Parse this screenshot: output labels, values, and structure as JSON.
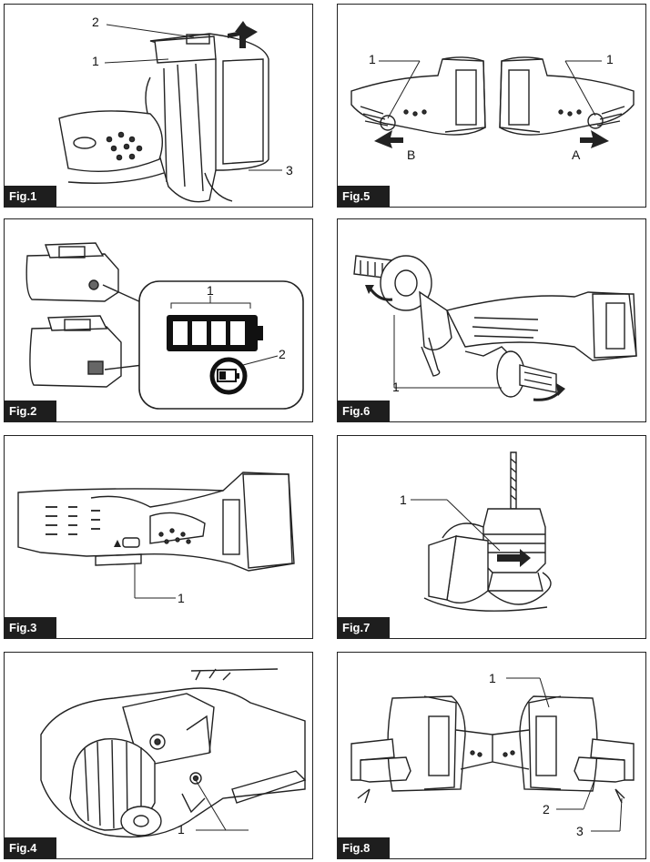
{
  "figures": [
    {
      "label": "Fig.1",
      "callouts": [
        "2",
        "1",
        "3"
      ]
    },
    {
      "label": "Fig.5",
      "callouts": [
        "1",
        "1",
        "B",
        "A"
      ]
    },
    {
      "label": "Fig.2",
      "callouts": [
        "1",
        "2"
      ]
    },
    {
      "label": "Fig.6",
      "callouts": [
        "1"
      ]
    },
    {
      "label": "Fig.3",
      "callouts": [
        "1"
      ]
    },
    {
      "label": "Fig.7",
      "callouts": [
        "1"
      ]
    },
    {
      "label": "Fig.4",
      "callouts": [
        "1"
      ]
    },
    {
      "label": "Fig.8",
      "callouts": [
        "1",
        "2",
        "3"
      ]
    }
  ]
}
